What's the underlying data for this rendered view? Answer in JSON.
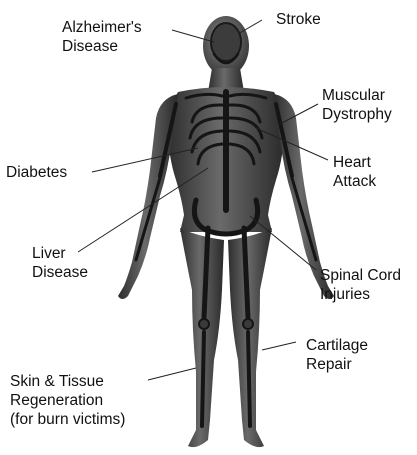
{
  "colors": {
    "background": "#ffffff",
    "body_fill": "#4a4a4a",
    "body_shade": "#2a2a2a",
    "bone": "#1c1c1c",
    "leader_line": "#222222",
    "text": "#111111"
  },
  "labels": {
    "alzheimers": "Alzheimer's\nDisease",
    "stroke": "Stroke",
    "muscular_dystrophy": "Muscular\nDystrophy",
    "diabetes": "Diabetes",
    "heart_attack": "Heart\nAttack",
    "liver_disease": "Liver\nDisease",
    "spinal_cord": "Spinal Cord\nInjuries",
    "cartilage": "Cartilage\nRepair",
    "skin_tissue": "Skin & Tissue\nRegeneration\n(for burn victims)"
  }
}
